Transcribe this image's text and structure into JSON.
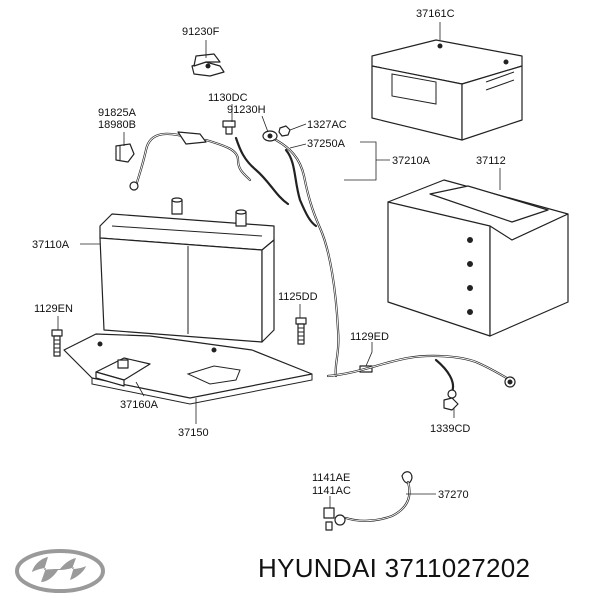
{
  "labels": {
    "p91230F": "91230F",
    "p37161C": "37161C",
    "p91825A": "91825A",
    "p18980B": "18980B",
    "p1130DC": "1130DC",
    "p91230H": "91230H",
    "p1327AC": "1327AC",
    "p37250A": "37250A",
    "p37210A": "37210A",
    "p37112": "37112",
    "p37110A": "37110A",
    "p1129EN": "1129EN",
    "p1125DD": "1125DD",
    "p1129ED": "1129ED",
    "p37160A": "37160A",
    "p37150": "37150",
    "p1339CD": "1339CD",
    "p1141AE": "1141AE",
    "p1141AC": "1141AC",
    "p37270": "37270"
  },
  "footer": {
    "brand_part": "HYUNDAI 3711027202"
  },
  "logo_icon": "hyundai-logo-icon"
}
